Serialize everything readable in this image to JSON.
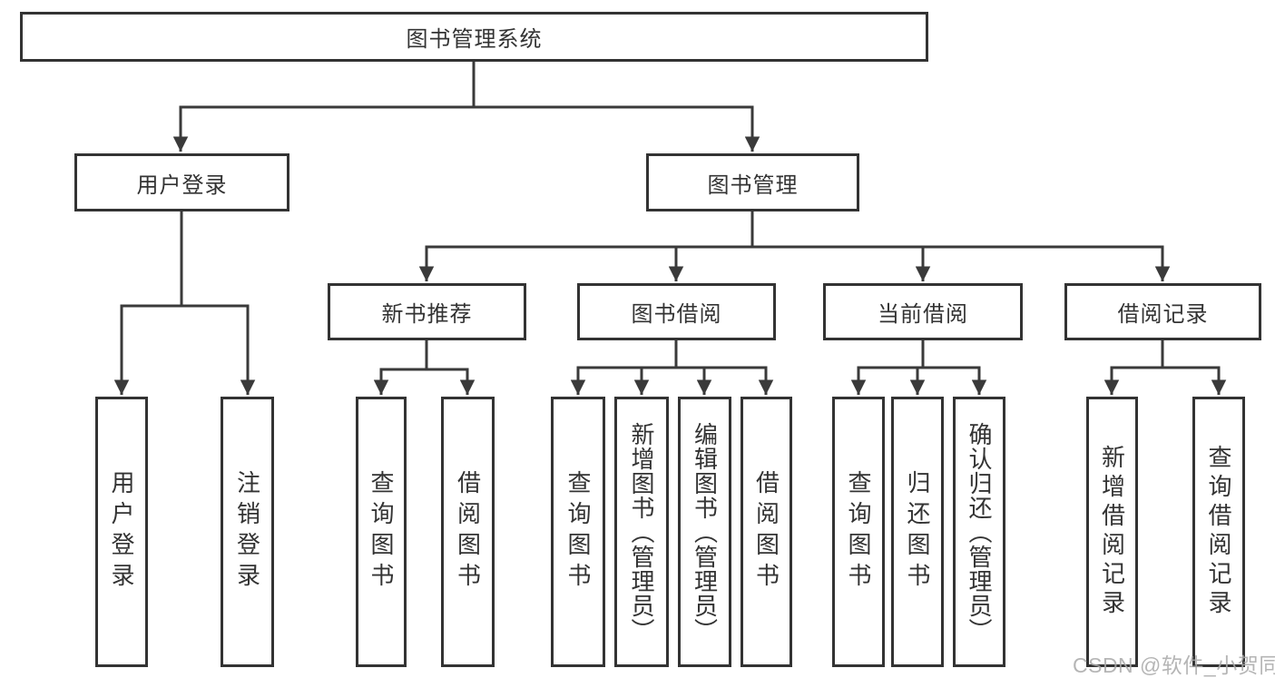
{
  "colors": {
    "line": "#3a3a3a",
    "box_border": "#333333",
    "box_fill": "#ffffff",
    "watermark_text": "#a9a9a9"
  },
  "tree": {
    "label": "图书管理系统",
    "children": [
      {
        "label": "用户登录",
        "children": [
          {
            "label": "用户登录"
          },
          {
            "label": "注销登录"
          }
        ]
      },
      {
        "label": "图书管理",
        "children": [
          {
            "label": "新书推荐",
            "children": [
              {
                "label": "查询图书"
              },
              {
                "label": "借阅图书"
              }
            ]
          },
          {
            "label": "图书借阅",
            "children": [
              {
                "label": "查询图书"
              },
              {
                "label": "新增图书（管理员）"
              },
              {
                "label": "编辑图书（管理员）"
              },
              {
                "label": "借阅图书"
              }
            ]
          },
          {
            "label": "当前借阅",
            "children": [
              {
                "label": "查询图书"
              },
              {
                "label": "归还图书"
              },
              {
                "label": "确认归还（管理员）"
              }
            ]
          },
          {
            "label": "借阅记录",
            "children": [
              {
                "label": "新增借阅记录"
              },
              {
                "label": "查询借阅记录"
              }
            ]
          }
        ]
      }
    ]
  },
  "watermark": {
    "text": "CSDN @软件_小贺同学"
  }
}
